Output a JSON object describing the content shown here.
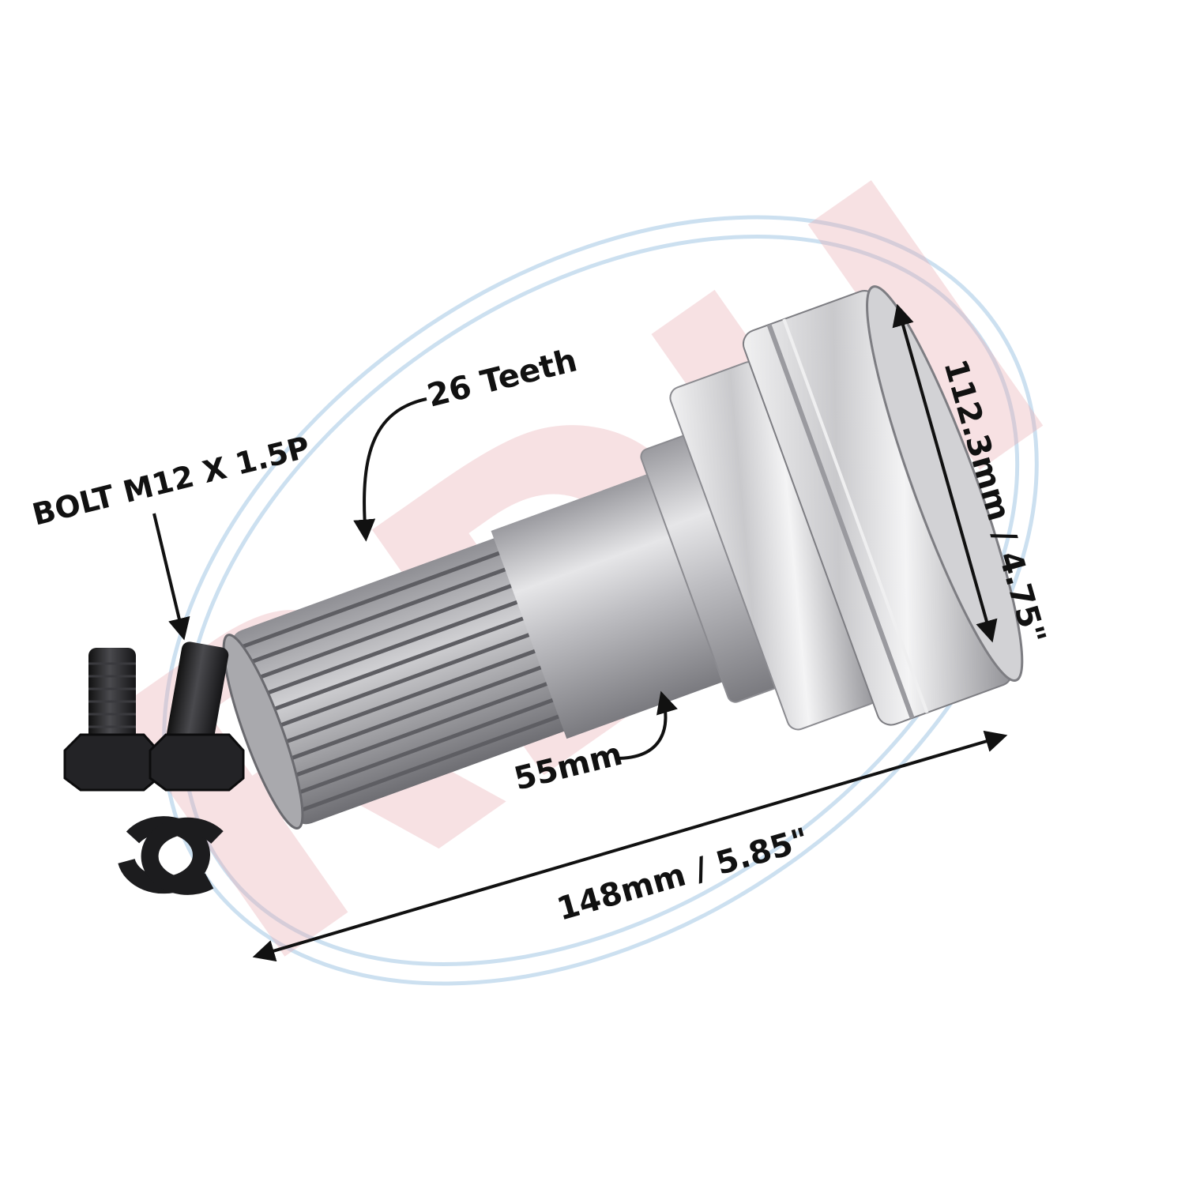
{
  "watermark": {
    "text": "RDH",
    "color": "#e9aab0",
    "ring_color": "#bcd6ec"
  },
  "labels": {
    "bolt": "BOLT M12 X 1.5P",
    "teeth": "26 Teeth",
    "diameter_small": "55mm",
    "length": "148mm / 5.85\"",
    "height": "112.3mm / 4.75\""
  },
  "colors": {
    "metal_light": "#e8e8ea",
    "metal_mid": "#b9b9bd",
    "metal_dark": "#7d7d82",
    "bolt_black": "#1c1c1e",
    "text": "#111111"
  }
}
